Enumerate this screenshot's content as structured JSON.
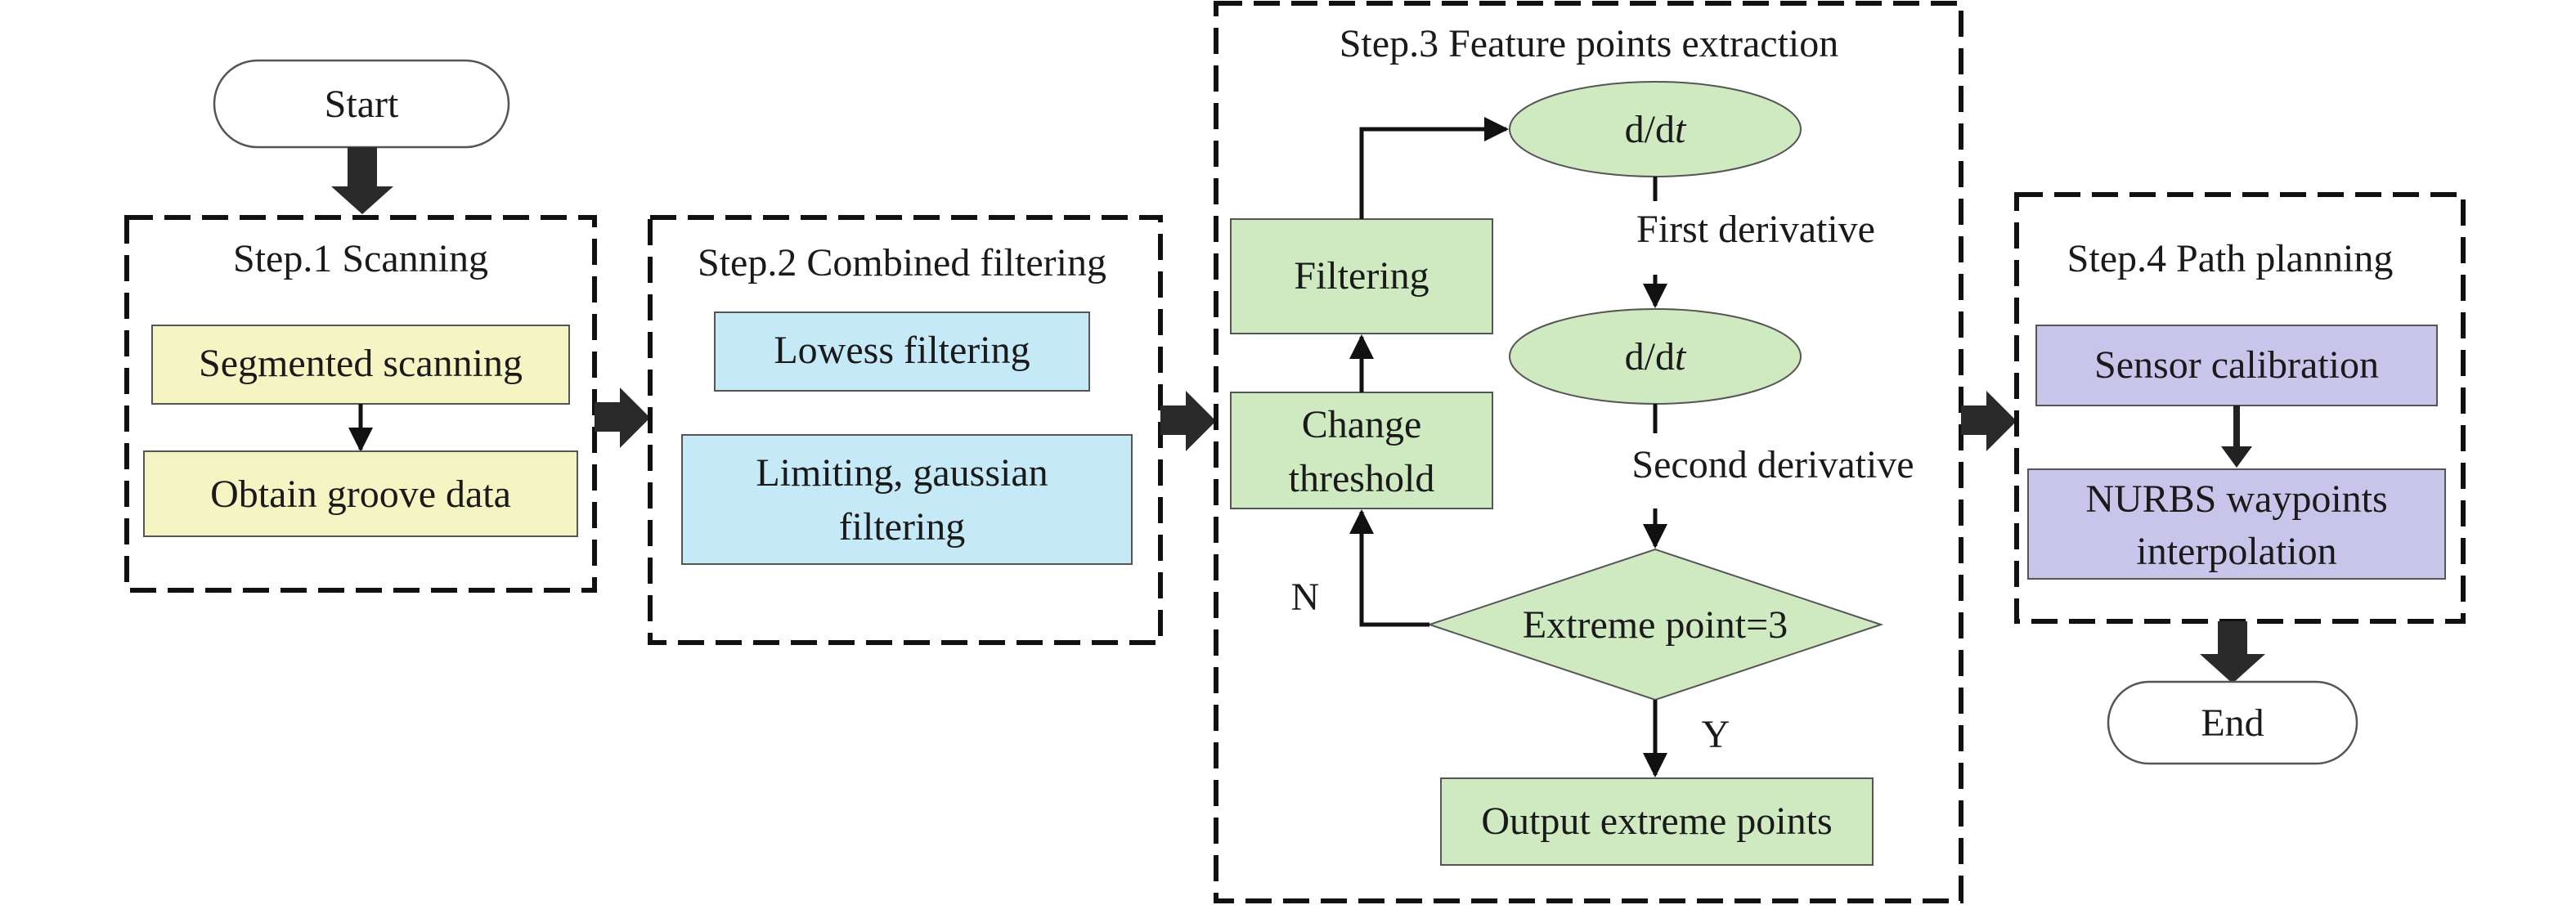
{
  "start": "Start",
  "end": "End",
  "step1": {
    "title": "Step.1 Scanning",
    "box1": "Segmented scanning",
    "box2": "Obtain groove data"
  },
  "step2": {
    "title": "Step.2 Combined filtering",
    "box1": "Lowess filtering",
    "box2_line1": "Limiting, gaussian",
    "box2_line2": "filtering"
  },
  "step3": {
    "title": "Step.3 Feature points extraction",
    "filtering": "Filtering",
    "change_line1": "Change",
    "change_line2": "threshold",
    "deriv1_prefix": "d/d",
    "deriv1_var": "t",
    "deriv1_label": "First derivative",
    "deriv2_prefix": "d/d",
    "deriv2_var": "t",
    "deriv2_label": "Second derivative",
    "decision": "Extreme point=3",
    "no_label": "N",
    "yes_label": "Y",
    "output": "Output extreme points"
  },
  "step4": {
    "title": "Step.4 Path planning",
    "box1": "Sensor calibration",
    "box2_line1": "NURBS waypoints",
    "box2_line2": "interpolation"
  },
  "colors": {
    "yellow": "#f5f5c3",
    "blue": "#c5e9f7",
    "green": "#cfeac1",
    "purple": "#c9c5ea"
  }
}
